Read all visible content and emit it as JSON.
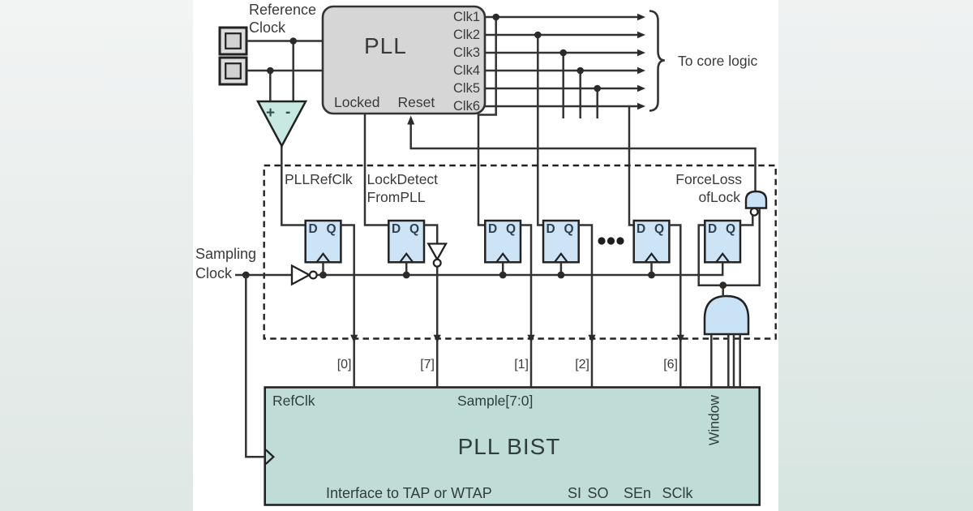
{
  "header": {
    "reference_label_line1": "Reference",
    "reference_label_line2": "Clock"
  },
  "pll": {
    "title": "PLL",
    "locked": "Locked",
    "reset": "Reset",
    "outputs": [
      "Clk1",
      "Clk2",
      "Clk3",
      "Clk4",
      "Clk5",
      "Clk6"
    ],
    "to_core_logic": "To core logic",
    "comparator_plus": "+",
    "comparator_minus": "-"
  },
  "sampling": {
    "label_line1": "Sampling",
    "label_line2": "Clock"
  },
  "sample_region": {
    "pllrefclk": "PLLRefClk",
    "lockdetect_line1": "LockDetect",
    "lockdetect_line2": "FromPLL",
    "forceloss_line1": "ForceLoss",
    "forceloss_line2": "ofLock",
    "ff_d": "D",
    "ff_q": "Q"
  },
  "bit_labels": [
    "[0]",
    "[7]",
    "[1]",
    "[2]",
    "[6]"
  ],
  "bist": {
    "refclk": "RefClk",
    "sample_bus": "Sample[7:0]",
    "title": "PLL BIST",
    "window": "Window",
    "interface": "Interface to TAP or WTAP",
    "scan_ports": [
      "SI",
      "SO",
      "SEn",
      "SClk"
    ]
  },
  "colors": {
    "wire": "#333333",
    "ff_fill": "#cde4f6",
    "gate_fill": "#c9e2f6",
    "pll_fill": "#d6d6d6",
    "bist_fill": "#c0dcd6",
    "comparator_fill": "#c7e9e1",
    "pad_fill": "#dcdcdc"
  }
}
